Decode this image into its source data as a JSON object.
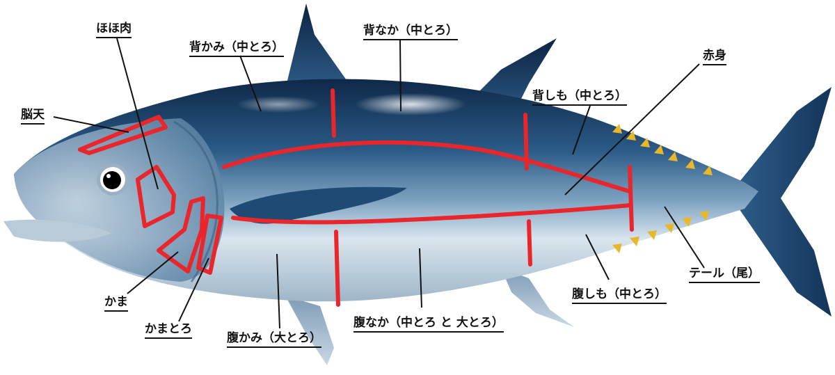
{
  "labels": {
    "hohoniku": "ほほ肉",
    "senaka_kami": "背かみ（中とろ）",
    "senaka_naka": "背なか（中とろ）",
    "akami": "赤身",
    "noten": "脳天",
    "seshimo": "背しも（中とろ）",
    "tail": "テール（尾）",
    "harashimo": "腹しも（中とろ）",
    "kama": "かま",
    "kamatoro": "かまとろ",
    "harakami": "腹かみ（大とろ）",
    "haranaka": "腹なか（中とろ と 大とろ）"
  },
  "colors": {
    "cut_line": "#e8262b",
    "leader_line": "#111111",
    "back_dark": "#0f2848",
    "back_mid": "#2a5a86",
    "belly_light": "#e6eef5",
    "fin_yellow": "#e8b82a"
  }
}
